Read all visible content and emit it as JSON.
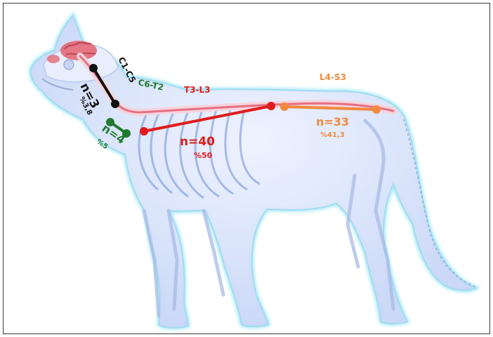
{
  "image": {
    "subject": "cat",
    "description_labels": {
      "regions": [
        {
          "id": "c1c5",
          "label": "C1-C5",
          "color": "#111111"
        },
        {
          "id": "c6t2",
          "label": "C6-T2",
          "color": "#1f7a2e"
        },
        {
          "id": "t3l3",
          "label": "T3-L3",
          "color": "#e11b1b"
        },
        {
          "id": "l4s3",
          "label": "L4-S3",
          "color": "#f08a3c"
        }
      ],
      "counts": [
        {
          "id": "c1c5",
          "n_label": "n=3",
          "pct_label": "%3,8",
          "color": "#111111"
        },
        {
          "id": "c6t2",
          "n_label": "n=4",
          "pct_label": "%5",
          "color": "#1f7a2e"
        },
        {
          "id": "t3l3",
          "n_label": "n=40",
          "pct_label": "%50",
          "color": "#e11b1b"
        },
        {
          "id": "l4s3",
          "n_label": "n=33",
          "pct_label": "%41,3",
          "color": "#f08a3c"
        }
      ]
    }
  },
  "colors": {
    "body_fill": "#dce6fb",
    "body_outline": "#8fd9ef",
    "spine": "#f1a7b3",
    "brain": "#e4606f"
  }
}
